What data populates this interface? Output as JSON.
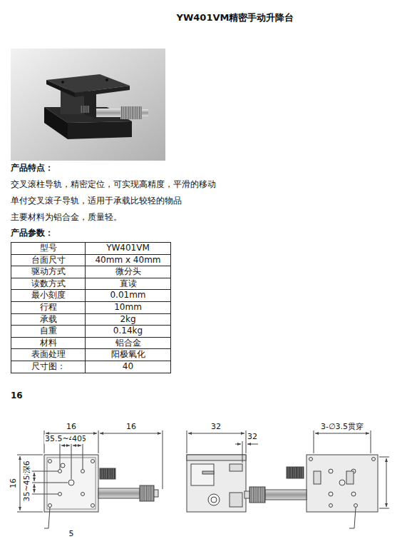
{
  "diagram": {
    "title": "YW401VM精密手动升降台",
    "labels": [
      "产品特点：",
      "交叉滚柱导轨，精密定位，可实现高精度，平滑的移动",
      "单付交叉滚子导轨，适用于承载比较轻的物品",
      "主要材料为铝合金，质量轻。",
      "产品参数：",
      "型号",
      "YW401VM",
      "台面尺寸",
      "40mm x 40mm",
      "驱动方式",
      "微分头",
      "读数方式",
      "直读",
      "最小刻度",
      "0.01mm",
      "行程",
      "10mm",
      "承载",
      "2kg",
      "自重",
      "0.14kg",
      "材料",
      "铝合金",
      "表面处理",
      "阳极氧化",
      "尺寸图：",
      "40",
      "16",
      "16",
      "35.5~45.5",
      "40",
      "16",
      "16",
      "8-M3深6",
      "35~45",
      "5",
      "32",
      "32",
      "3-∅3.5贯穿"
    ]
  }
}
